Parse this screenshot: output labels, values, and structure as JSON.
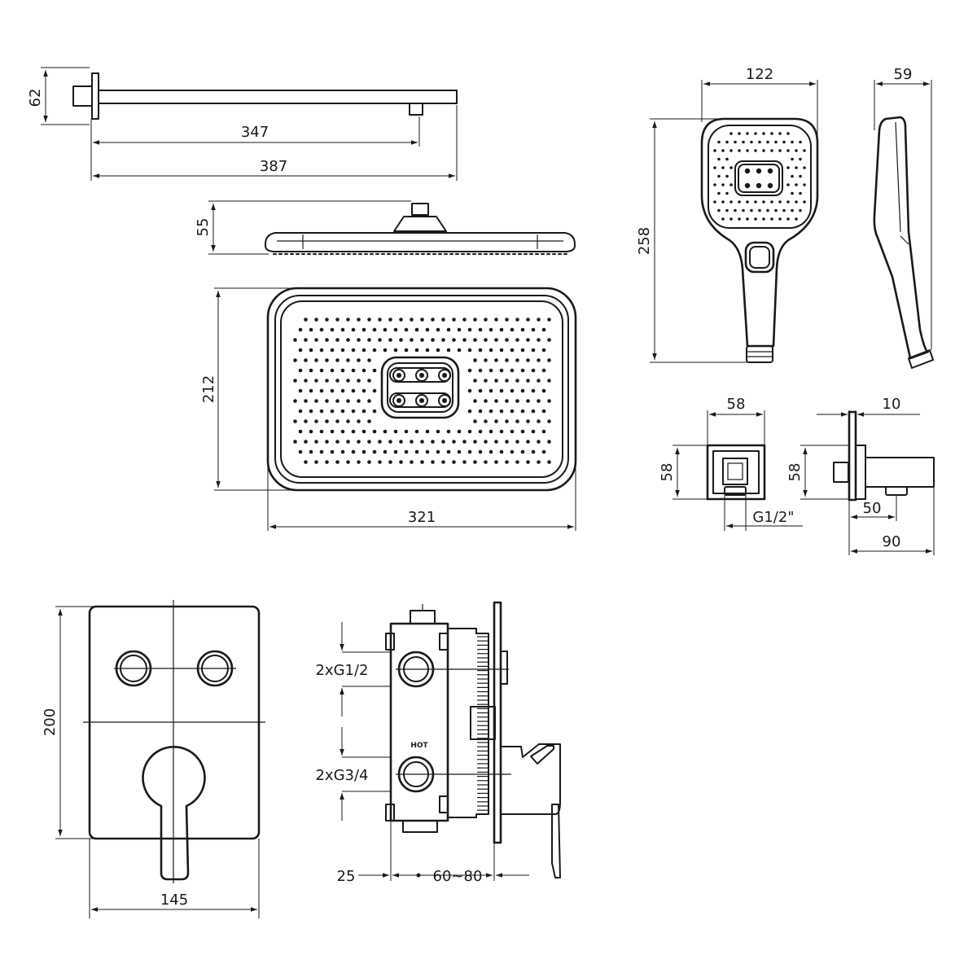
{
  "dimensions": {
    "arm_height": "62",
    "arm_reach": "347",
    "arm_total": "387",
    "head_height": "55",
    "head_depth": "212",
    "head_width": "321",
    "hand_width": "122",
    "hand_depth": "59",
    "hand_length": "258",
    "outlet_width": "58",
    "outlet_height_front": "58",
    "outlet_plate": "10",
    "outlet_height_side": "58",
    "outlet_thread": "G1/2\"",
    "outlet_offset": "50",
    "outlet_projection": "90",
    "mixer_height": "200",
    "mixer_width": "145",
    "inlet_top": "2xG1/2",
    "inlet_bottom": "2xG3/4",
    "body_depth": "25",
    "install_depth": "60~80",
    "hot_label": "HOT"
  }
}
